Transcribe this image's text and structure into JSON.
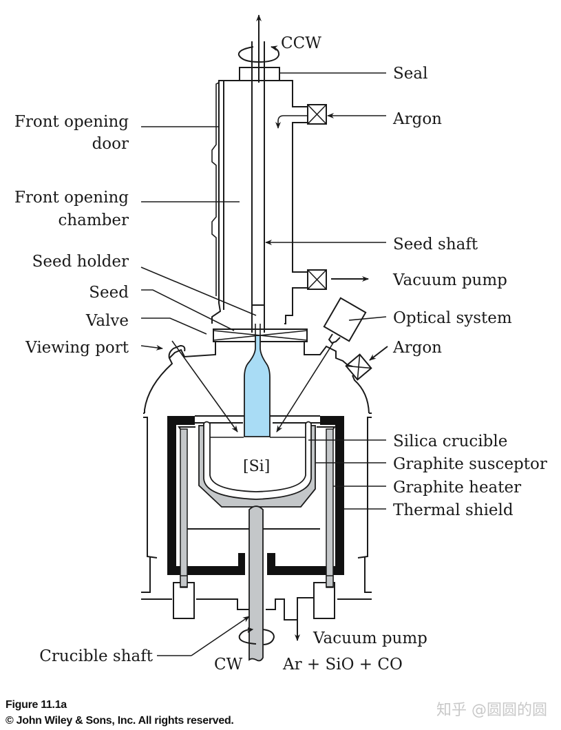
{
  "figure": {
    "title": "Czochralski crystal puller schematic",
    "labels": {
      "ccw": "CCW",
      "seal": "Seal",
      "argon_top": "Argon",
      "front_opening_door_1": "Front opening",
      "front_opening_door_2": "door",
      "front_opening_chamber_1": "Front opening",
      "front_opening_chamber_2": "chamber",
      "seed_shaft": "Seed shaft",
      "seed_holder": "Seed holder",
      "vacuum_pump_top": "Vacuum pump",
      "seed": "Seed",
      "optical_system": "Optical system",
      "valve": "Valve",
      "viewing_port": "Viewing port",
      "argon_side": "Argon",
      "silicon_melt": "[Si]",
      "silica_crucible": "Silica crucible",
      "graphite_susceptor": "Graphite susceptor",
      "graphite_heater": "Graphite heater",
      "thermal_shield": "Thermal shield",
      "crucible_shaft": "Crucible shaft",
      "cw": "CW",
      "vacuum_pump_bottom": "Vacuum pump",
      "exhaust_gases": "Ar + SiO + CO"
    },
    "colors": {
      "crystal": "#a9dcf5",
      "graphite": "#c4c7c9",
      "shield": "#111111",
      "line": "#1a1a1a"
    }
  },
  "caption": {
    "figure_number": "Figure 11.1a",
    "copyright": "© John Wiley & Sons, Inc. All rights reserved."
  },
  "watermark": "知乎 @圆圆的圆"
}
